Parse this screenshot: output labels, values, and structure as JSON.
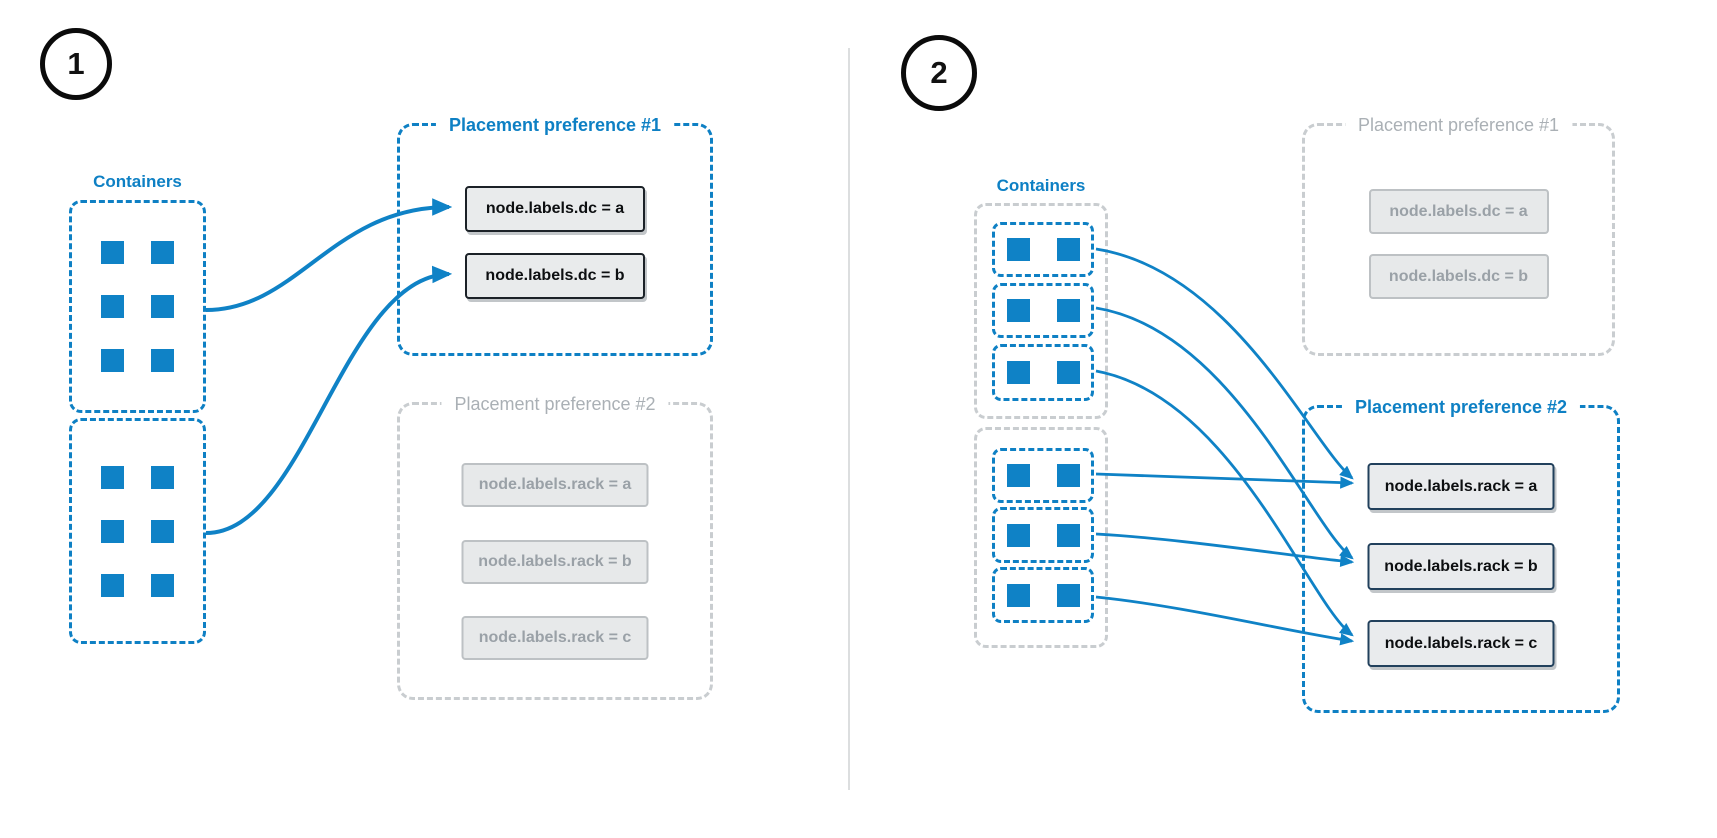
{
  "figure": {
    "title": "Swarm placement preferences diagram",
    "colors": {
      "accent_blue": "#0e80c4",
      "square_blue": "#0f82c6",
      "inactive_gray_border": "#c9cdd0",
      "inactive_gray_text": "#9aa1a7",
      "box_fill_gray": "#e9ebec",
      "active_border_black": "#1b2127",
      "active_border_slate": "#21405c",
      "divider_gray": "#dcdedf"
    },
    "panels": [
      {
        "badge": "1",
        "containers_label": "Containers",
        "container_groups": [
          {
            "squares": 6
          },
          {
            "squares": 6
          }
        ],
        "preferences": [
          {
            "title": "Placement preference #1",
            "state": "active",
            "items": [
              "node.labels.dc = a",
              "node.labels.dc = b"
            ]
          },
          {
            "title": "Placement preference #2",
            "state": "inactive",
            "items": [
              "node.labels.rack = a",
              "node.labels.rack = b",
              "node.labels.rack = c"
            ]
          }
        ]
      },
      {
        "badge": "2",
        "containers_label": "Containers",
        "container_groups": [
          {
            "subgroups": 3,
            "squares_each": 2
          },
          {
            "subgroups": 3,
            "squares_each": 2
          }
        ],
        "preferences": [
          {
            "title": "Placement preference #1",
            "state": "inactive",
            "items": [
              "node.labels.dc = a",
              "node.labels.dc = b"
            ]
          },
          {
            "title": "Placement preference #2",
            "state": "active",
            "items": [
              "node.labels.rack = a",
              "node.labels.rack = b",
              "node.labels.rack = c"
            ]
          }
        ]
      }
    ]
  }
}
